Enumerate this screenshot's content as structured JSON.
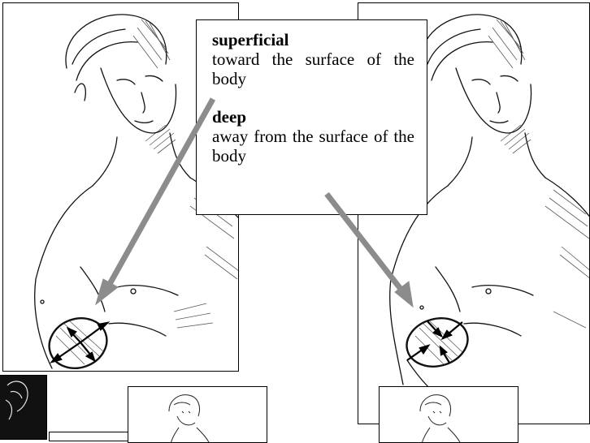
{
  "callout": {
    "superficial": {
      "term": "superficial",
      "definition": "toward the surface of the body"
    },
    "deep": {
      "term": "deep",
      "definition": "away from the surface of the body"
    }
  },
  "colors": {
    "pointer_arrow": "#8c8c8c",
    "ink": "#111111",
    "background": "#ffffff"
  }
}
